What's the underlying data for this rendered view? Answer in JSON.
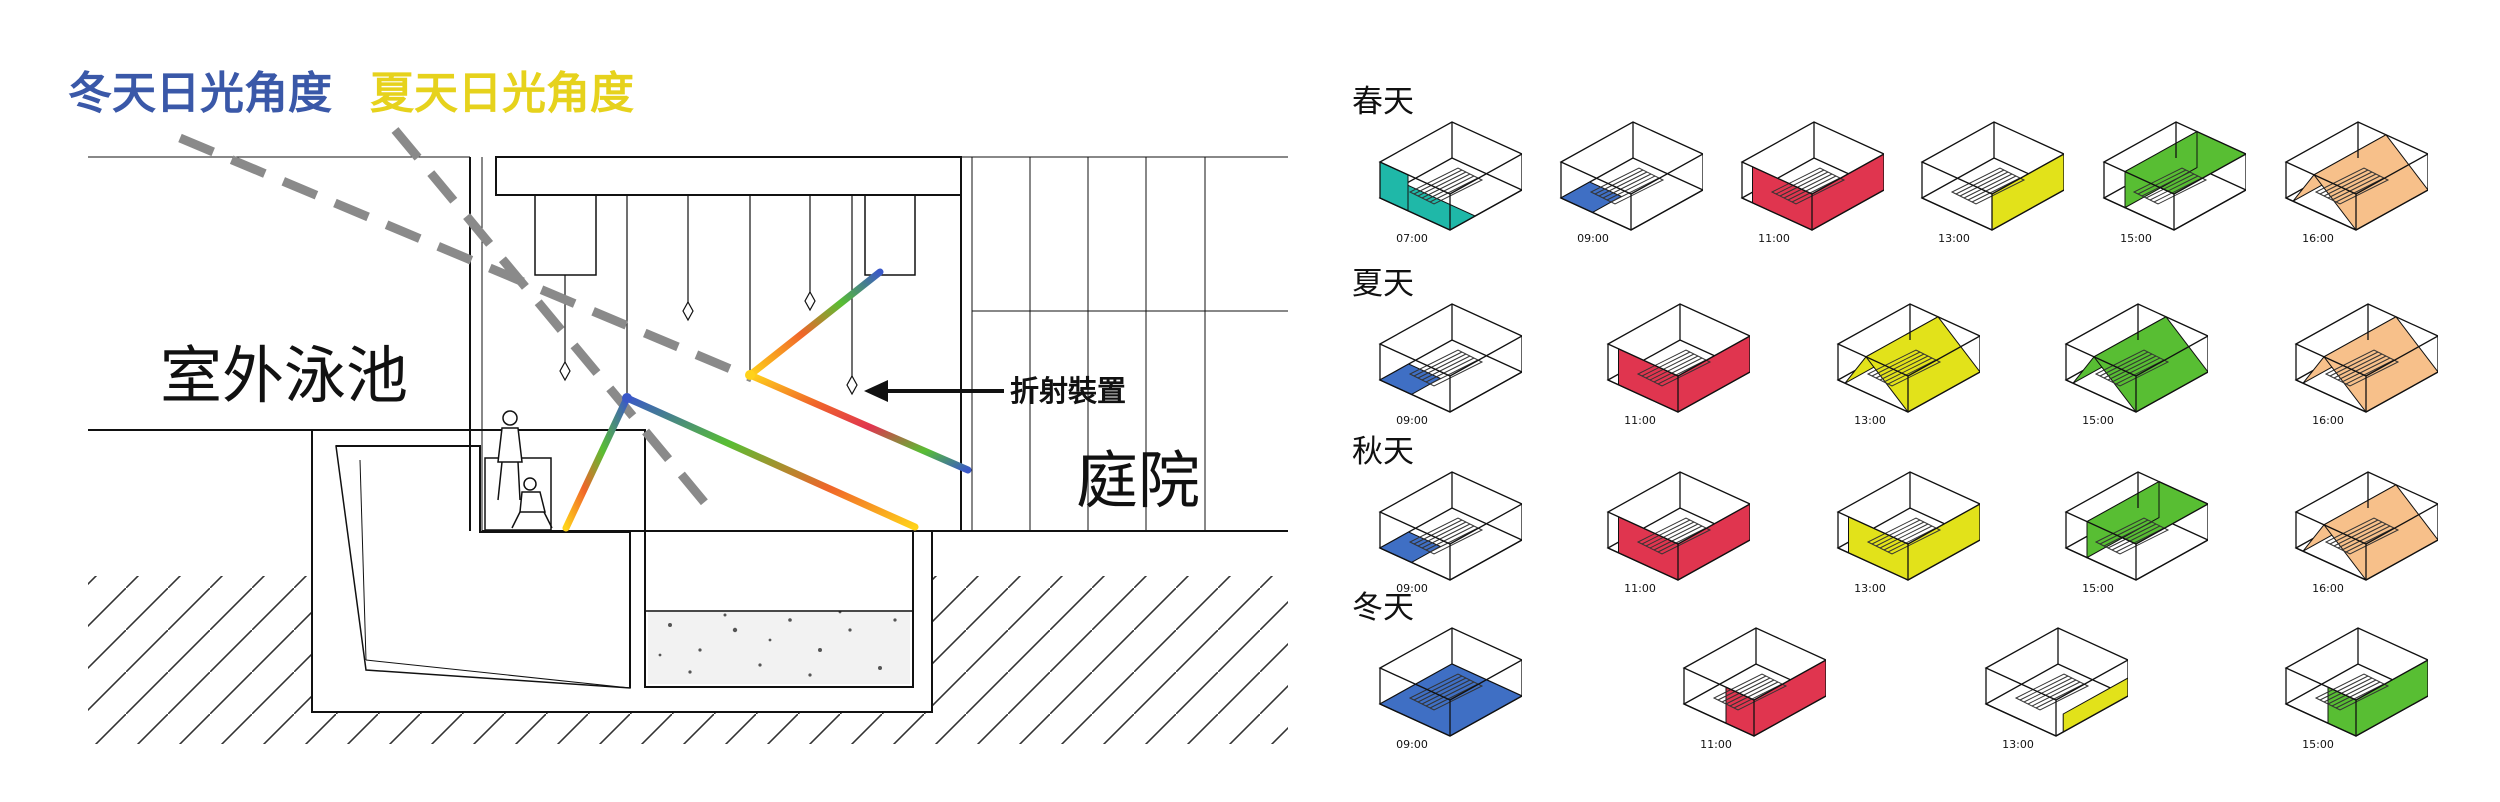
{
  "legend": {
    "winter": "冬天日光角度",
    "summer": "夏天日光角度",
    "winter_color": "#3a58a8",
    "summer_color": "#e6d21c"
  },
  "section": {
    "pool_label": "室外泳池",
    "courtyard_label": "庭院",
    "device_label": "折射裝置"
  },
  "colors": {
    "cyan": "#1fb8a8",
    "blue": "#3f6fc4",
    "red": "#e0354f",
    "yellow": "#e2e21a",
    "green": "#58be33",
    "peach": "#f7c08a"
  },
  "seasons": [
    {
      "name": "春天",
      "cells": [
        {
          "time": "07:00",
          "color": "cyan",
          "shape": "floor-front"
        },
        {
          "time": "09:00",
          "color": "blue",
          "shape": "floor-left"
        },
        {
          "time": "11:00",
          "color": "red",
          "shape": "wall-front"
        },
        {
          "time": "13:00",
          "color": "yellow",
          "shape": "wall-front-right"
        },
        {
          "time": "15:00",
          "color": "green",
          "shape": "roof"
        },
        {
          "time": "16:00",
          "color": "peach",
          "shape": "tent"
        }
      ]
    },
    {
      "name": "夏天",
      "cells": [
        {
          "time": "09:00",
          "color": "blue",
          "shape": "floor-left"
        },
        {
          "time": "11:00",
          "color": "red",
          "shape": "wall-front"
        },
        {
          "time": "13:00",
          "color": "yellow",
          "shape": "tent-yellow"
        },
        {
          "time": "15:00",
          "color": "green",
          "shape": "tent"
        },
        {
          "time": "16:00",
          "color": "peach",
          "shape": "tent"
        }
      ]
    },
    {
      "name": "秋天",
      "cells": [
        {
          "time": "09:00",
          "color": "blue",
          "shape": "floor-left"
        },
        {
          "time": "11:00",
          "color": "red",
          "shape": "wall-front"
        },
        {
          "time": "13:00",
          "color": "yellow",
          "shape": "wall-front"
        },
        {
          "time": "15:00",
          "color": "green",
          "shape": "roof"
        },
        {
          "time": "16:00",
          "color": "peach",
          "shape": "tent"
        }
      ]
    },
    {
      "name": "冬天",
      "cells": [
        {
          "time": "09:00",
          "color": "blue",
          "shape": "floor-full"
        },
        {
          "time": "11:00",
          "color": "red",
          "shape": "wall-right"
        },
        {
          "time": "13:00",
          "color": "yellow",
          "shape": "wall-right-thin"
        },
        {
          "time": "15:00",
          "color": "green",
          "shape": "wall-right"
        }
      ]
    }
  ]
}
